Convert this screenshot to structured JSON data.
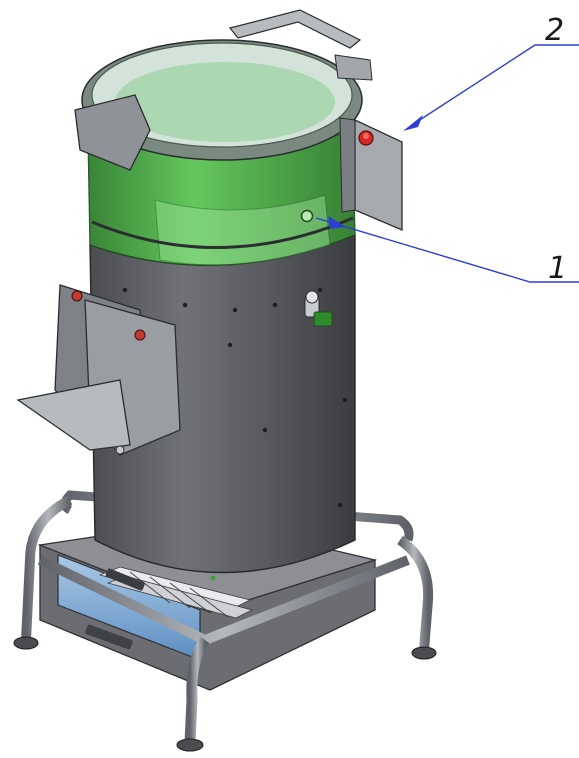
{
  "callouts": [
    {
      "label": "2",
      "target": "control-box"
    },
    {
      "label": "1",
      "target": "drum-inlet"
    }
  ],
  "colors": {
    "body": "#5b5d62",
    "body_dark": "#3b3d41",
    "body_light": "#8a8c91",
    "green_window": "#3f9a3a",
    "green_light": "#7fd07a",
    "lid": "#c9d6cf",
    "frame": "#7b7f86",
    "tray_blue": "#6fa0cf",
    "leader": "#2b3fd6",
    "button_red": "#d62a22"
  }
}
